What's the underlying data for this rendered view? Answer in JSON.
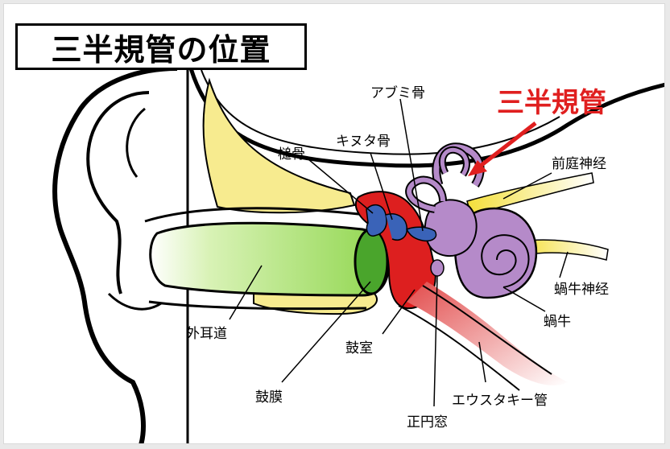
{
  "title": "三半規管の位置",
  "highlight": {
    "text": "三半規管",
    "color": "#e01f1f"
  },
  "labels": {
    "stapes": "アブミ骨",
    "malleus": "槌骨",
    "incus": "キヌタ骨",
    "vestibular_nerve": "前庭神经",
    "cochlear_nerve": "蝸牛神经",
    "cochlea": "蝸牛",
    "ear_canal": "外耳道",
    "tympanic_cavity": "鼓室",
    "eardrum": "鼓膜",
    "round_window": "正円窓",
    "eustachian_tube": "エウスタキー管"
  },
  "colors": {
    "cartilage": "#f7eb8f",
    "canal": "#9ddc5a",
    "eardrum": "#4aa52c",
    "middle_ear": "#dd1f1f",
    "ossicles": "#3a63b8",
    "inner_ear": "#b58ac9",
    "nerve": "#f2e14a",
    "tube": "#e87878"
  }
}
